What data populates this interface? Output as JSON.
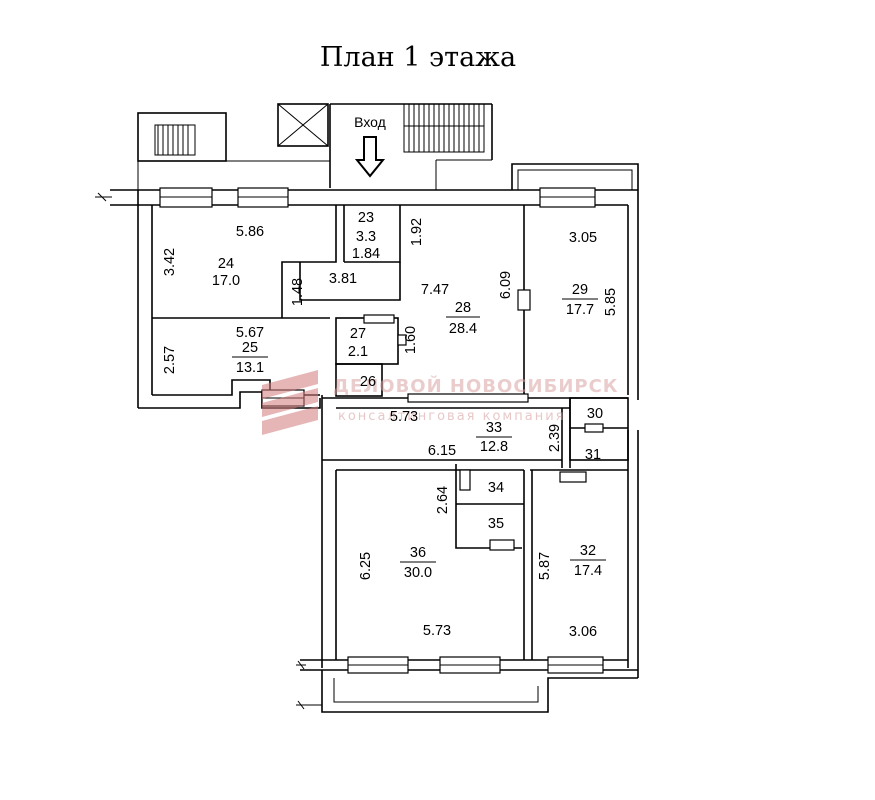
{
  "title": "План 1 этажа",
  "entrance_label": "Вход",
  "watermark": {
    "line1": "ДЕЛОВОЙ НОВОСИБИРСК",
    "line2": "консалтинговая компания"
  },
  "rooms": [
    {
      "num": "23",
      "area": "3.3"
    },
    {
      "num": "24",
      "area": "17.0"
    },
    {
      "num": "25",
      "area": "13.1"
    },
    {
      "num": "26",
      "area": ""
    },
    {
      "num": "27",
      "area": "2.1"
    },
    {
      "num": "28",
      "area": "28.4"
    },
    {
      "num": "29",
      "area": "17.7"
    },
    {
      "num": "30",
      "area": ""
    },
    {
      "num": "31",
      "area": ""
    },
    {
      "num": "32",
      "area": "17.4"
    },
    {
      "num": "33",
      "area": "12.8"
    },
    {
      "num": "34",
      "area": ""
    },
    {
      "num": "35",
      "area": ""
    },
    {
      "num": "36",
      "area": "30.0"
    }
  ],
  "dimensions": [
    "5.86",
    "3.42",
    "1.84",
    "1.92",
    "3.81",
    "1.48",
    "7.47",
    "6.09",
    "3.05",
    "5.85",
    "5.67",
    "2.57",
    "1.60",
    "5.73",
    "2.39",
    "6.15",
    "2.64",
    "6.25",
    "5.87",
    "5.73",
    "3.06"
  ]
}
